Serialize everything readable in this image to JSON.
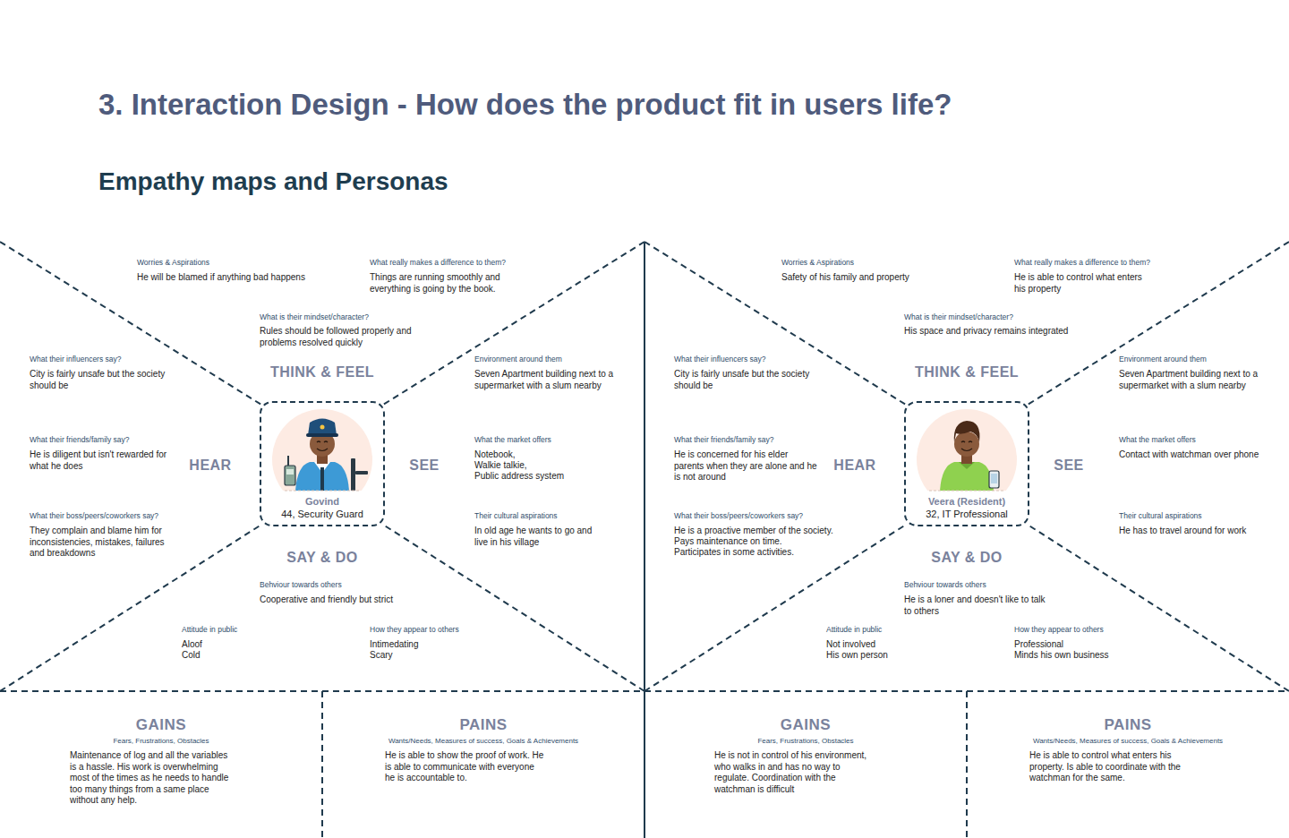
{
  "diagram": {
    "title": "3. Interaction Design - How does the product fit in users life?",
    "nodes": [
      {
        "text": [
          "Govind",
          "44, Security Guard"
        ]
      },
      {
        "text": [
          "GAINS",
          "Fears, Frustrations, Obstacles",
          "Maintenance of log and all the variables is a hassle. His work is overwhelming most of the times as he needs to handle too many things from a same place without any help."
        ]
      },
      {
        "text": [
          "PAINS",
          "Wants/Needs, Measures of success, Goals & Achievements",
          "He is able to show the proof of work. He is able to communicate with everyone he is accountable to."
        ]
      },
      {
        "text": [
          "Veera (Resident)",
          "32, IT Professional"
        ]
      },
      {
        "text": [
          "GAINS",
          "Fears, Frustrations, Obstacles",
          "He is not in control of his environment, who walks in and has no way to regulate. Coordination with the watchman is difficult"
        ]
      },
      {
        "text": [
          "PAINS",
          "Wants/Needs, Measures of success, Goals & Achievements",
          "He is able to control what enters his property. Is able to coordinate with the watchman for the same."
        ]
      }
    ],
    "labels": [
      "Empathy maps and Personas",
      "Worries & Aspirations",
      "He will be blamed if anything bad happens",
      "What really makes a difference to them?",
      "Things are running smoothly and everything is going by the book.",
      "What is their mindset/character?",
      "Rules should be followed properly and problems resolved quickly",
      "THINK & FEEL",
      "What their influencers say?",
      "City is fairly unsafe but the society should be",
      "Environment around them",
      "Seven Apartment building next to a supermarket with a slum nearby",
      "What their friends/family say?",
      "He is diligent but isn't rewarded for what he does",
      "HEAR",
      "SEE",
      "What the market offers",
      "Notebook,",
      "Walkie talkie,",
      "Public address system",
      "What their boss/peers/coworkers say?",
      "They complain and blame him for inconsistencies, mistakes, failures and breakdowns",
      "Their cultural aspirations",
      "In old age he wants to go and live in his village",
      "SAY & DO",
      "Behviour towards others",
      "Cooperative and friendly but strict",
      "Attitude in public",
      "Aloof",
      "Cold",
      "How they appear to others",
      "Intimedating",
      "Scary",
      "Worries & Aspirations",
      "Safety of his family and property",
      "What really makes a difference to them?",
      "He is able to control what enters his property",
      "What is their mindset/character?",
      "His space and privacy remains integrated",
      "THINK & FEEL",
      "What their influencers say?",
      "City is fairly unsafe but the society should be",
      "Environment around them",
      "Seven Apartment building next to a supermarket with a slum nearby",
      "What their friends/family say?",
      "He is concerned for his elder parents when they are alone and he is not around",
      "HEAR",
      "SEE",
      "What the market offers",
      "Contact with watchman over phone",
      "What their boss/peers/coworkers say?",
      "He is a proactive member of the society.",
      "Pays maintenance on time.",
      "Participates in some activities.",
      "Their cultural aspirations",
      "He has to travel around for work",
      "SAY & DO",
      "Behviour towards others",
      "He is a loner and doesn't like to talk to others",
      "Attitude in public",
      "Not involved",
      "His own person",
      "How they appear to others",
      "Professional",
      "Minds his own business"
    ]
  }
}
